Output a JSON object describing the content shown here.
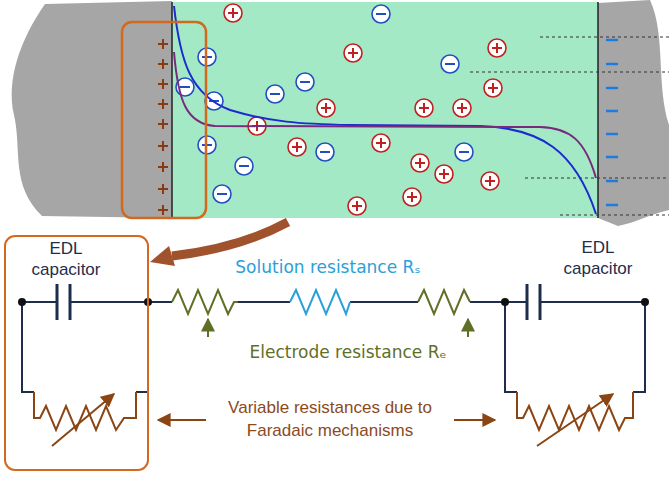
{
  "diagram": {
    "nodes": [
      {
        "text": [
          "EDL capacitor"
        ]
      }
    ],
    "labels": [
      "EDL capacitor",
      "Solution resistance Rₛ",
      "Electrode resistance Rₑ",
      "Variable resistances due to Faradaic mechanisms"
    ]
  }
}
